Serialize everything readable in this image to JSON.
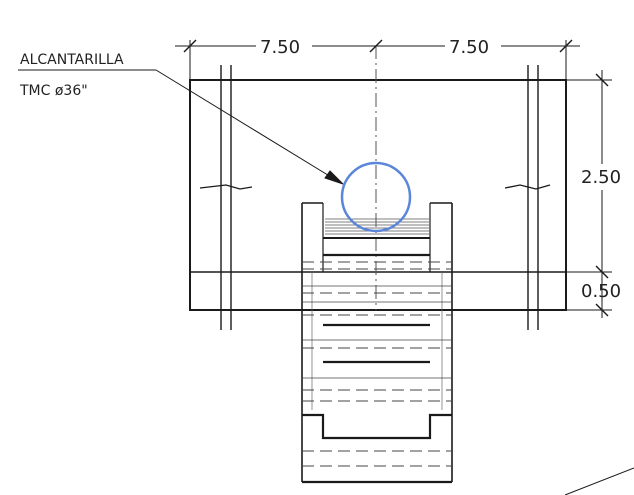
{
  "annotations": {
    "callout_line1": "ALCANTARILLA",
    "callout_line2": "TMC ø36\"",
    "dim_top_left": "7.50",
    "dim_top_right": "7.50",
    "dim_right_upper": "2.50",
    "dim_right_lower": "0.50"
  },
  "colors": {
    "ink": "#1a1a1a",
    "culvert": "#5b86d9"
  }
}
